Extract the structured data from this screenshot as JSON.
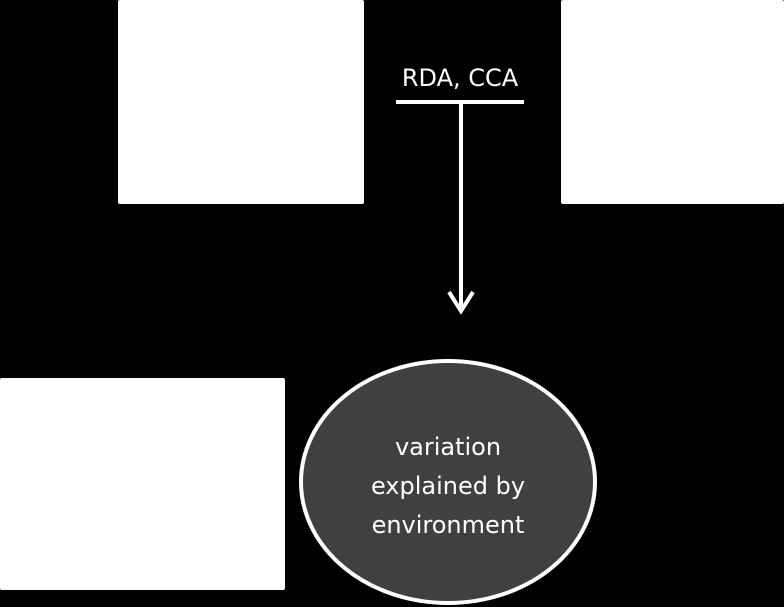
{
  "diagram": {
    "method_label": "RDA, CCA",
    "result_ellipse": {
      "lines": [
        "variation",
        "explained by",
        "environment"
      ]
    }
  },
  "colors": {
    "background": "#000000",
    "box_fill": "#ffffff",
    "ellipse_fill": "#404040",
    "ellipse_stroke": "#ffffff",
    "connector": "#ffffff",
    "text": "#ffffff"
  }
}
